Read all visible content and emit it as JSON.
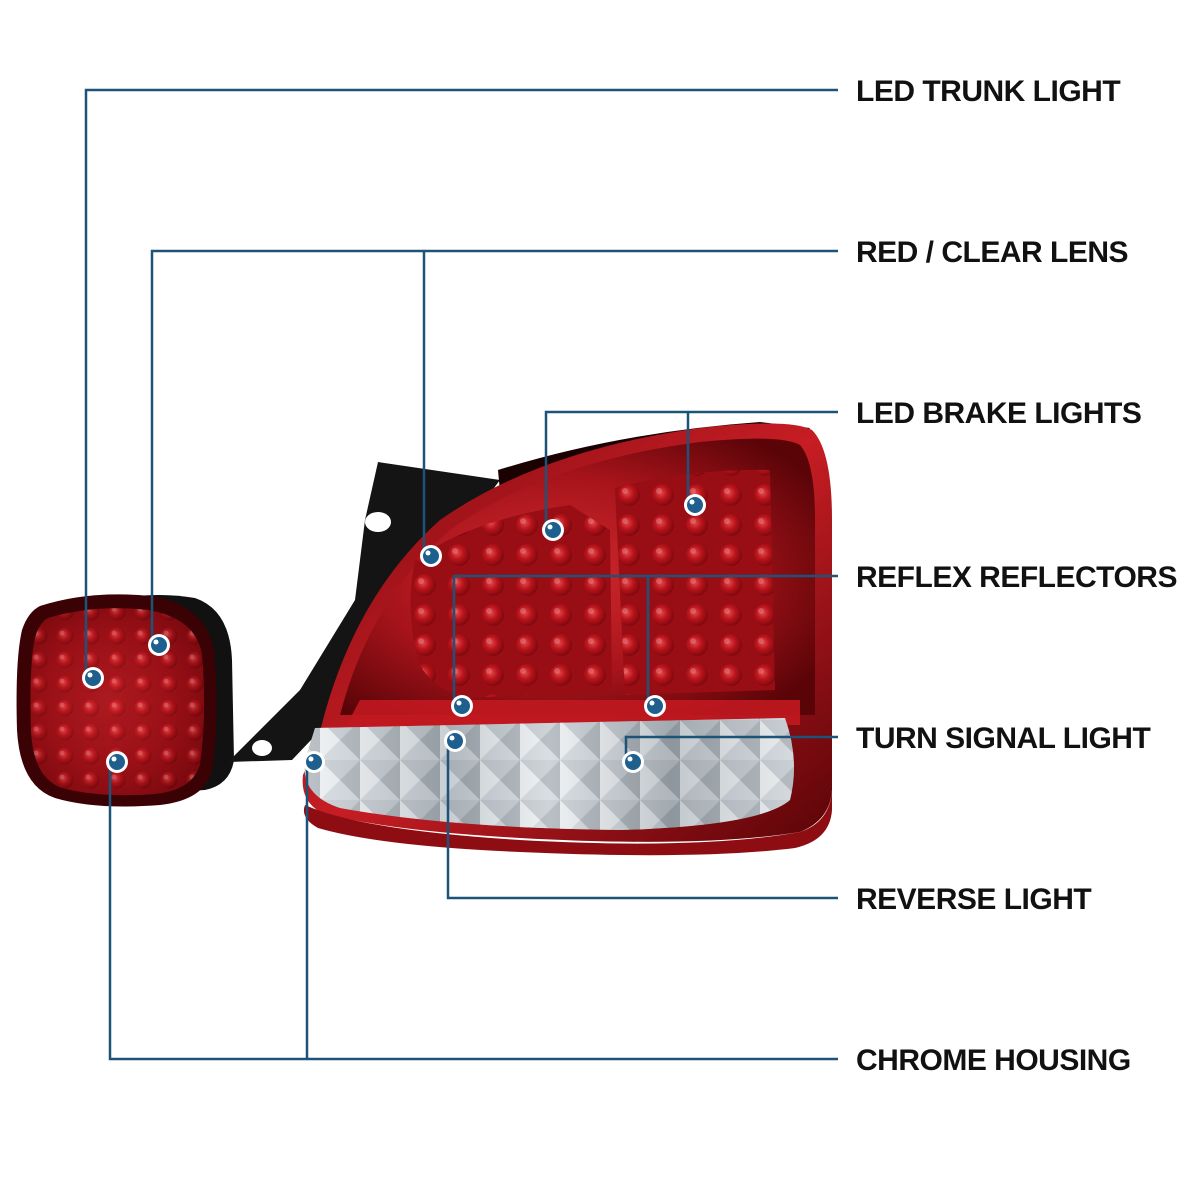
{
  "colors": {
    "leader_line": "#1d5378",
    "dot_fill": "#1e5f8e",
    "dot_ring": "#ffffff",
    "label_text": "#111111",
    "lens_red": "#a8141b",
    "lens_dark": "#4a0206",
    "housing_black": "#121212",
    "chrome": "#d7dde2"
  },
  "callouts": [
    {
      "id": "led-trunk-light",
      "label": "LED TRUNK LIGHT"
    },
    {
      "id": "red-clear-lens",
      "label": "RED / CLEAR LENS"
    },
    {
      "id": "led-brake-lights",
      "label": "LED BRAKE LIGHTS"
    },
    {
      "id": "reflex-reflectors",
      "label": "REFLEX REFLECTORS"
    },
    {
      "id": "turn-signal-light",
      "label": "TURN SIGNAL LIGHT"
    },
    {
      "id": "reverse-light",
      "label": "REVERSE LIGHT"
    },
    {
      "id": "chrome-housing",
      "label": "CHROME HOUSING"
    }
  ],
  "illustration": {
    "trunk_light": "trunk-light-image",
    "tail_light": "tail-light-image"
  }
}
